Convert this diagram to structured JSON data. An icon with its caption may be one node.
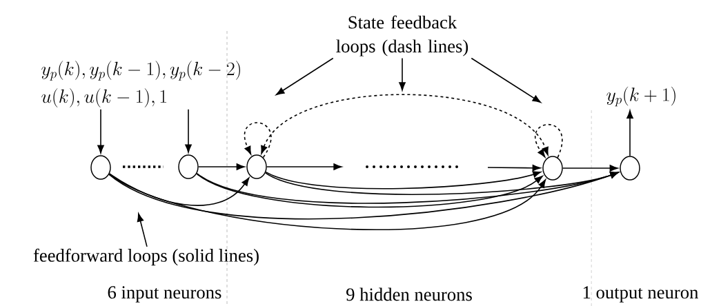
{
  "diagram": {
    "nodes": [
      {
        "text": [],
        "shape": "circle"
      },
      {
        "text": [],
        "shape": "circle"
      },
      {
        "text": [],
        "shape": "circle"
      },
      {
        "text": [],
        "shape": "circle"
      },
      {
        "text": [],
        "shape": "circle"
      },
      {
        "text": [
          "y_p(k), y_p(k-1), y_p(k-2)",
          "u(k), u(k-1), 1"
        ]
      },
      {
        "text": [
          "y_p(k+1)"
        ]
      },
      {
        "text": [
          "State feedback loops (dash lines)"
        ]
      },
      {
        "text": [
          "feedforward loops (solid lines)"
        ]
      }
    ],
    "edges": [
      {
        "from": 5,
        "to": 0,
        "arrow": "to"
      },
      {
        "from": 5,
        "to": 1,
        "arrow": "to"
      },
      {
        "from": 0,
        "to": 2,
        "arrow": "to"
      },
      {
        "from": 0,
        "to": 3,
        "arrow": "to"
      },
      {
        "from": 0,
        "to": 4,
        "arrow": "to"
      },
      {
        "from": 1,
        "to": 2,
        "arrow": "to"
      },
      {
        "from": 1,
        "to": 3,
        "arrow": "to"
      },
      {
        "from": 1,
        "to": 4,
        "arrow": "to"
      },
      {
        "from": 2,
        "to": null,
        "arrow": "to"
      },
      {
        "from": null,
        "to": 3,
        "arrow": "to"
      },
      {
        "from": 2,
        "to": 3,
        "arrow": "to"
      },
      {
        "from": 2,
        "to": 4,
        "arrow": "to"
      },
      {
        "from": 3,
        "to": 4,
        "arrow": "to"
      },
      {
        "from": 4,
        "to": 6,
        "arrow": "to"
      },
      {
        "from": 2,
        "to": 2,
        "arrow": "to",
        "style": "dashed"
      },
      {
        "from": 3,
        "to": 3,
        "arrow": "to",
        "style": "dashed"
      },
      {
        "from": 2,
        "to": 3,
        "arrow": "both",
        "style": "dashed"
      },
      {
        "from": 7,
        "to": null,
        "arrow": "to"
      },
      {
        "from": 7,
        "to": null,
        "arrow": "to"
      },
      {
        "from": 7,
        "to": null,
        "arrow": "to"
      },
      {
        "from": 8,
        "to": null,
        "arrow": "to"
      }
    ],
    "labels": [
      "6 input neurons",
      "9 hidden neurons",
      "1 output neuron"
    ]
  }
}
